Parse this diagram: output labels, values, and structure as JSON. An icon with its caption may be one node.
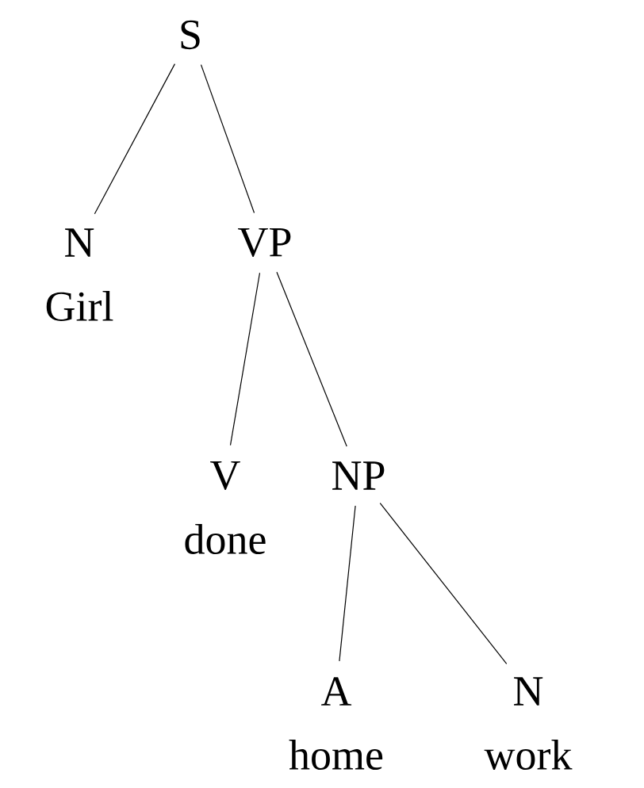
{
  "diagram": {
    "nodes": [
      {
        "text": [
          "S"
        ]
      },
      {
        "text": [
          "N"
        ],
        "beside": [
          "Girl"
        ]
      },
      {
        "text": [
          "VP"
        ]
      },
      {
        "text": [
          "V"
        ],
        "beside": [
          "done"
        ]
      },
      {
        "text": [
          "NP"
        ]
      },
      {
        "text": [
          "A"
        ],
        "beside": [
          "home"
        ]
      },
      {
        "text": [
          "N"
        ],
        "beside": [
          "work"
        ]
      }
    ],
    "edges": [
      {
        "from": 0,
        "to": 1,
        "arrow": "none"
      },
      {
        "from": 0,
        "to": 2,
        "arrow": "none"
      },
      {
        "from": 2,
        "to": 3,
        "arrow": "none"
      },
      {
        "from": 2,
        "to": 4,
        "arrow": "none"
      },
      {
        "from": 4,
        "to": 5,
        "arrow": "none"
      },
      {
        "from": 4,
        "to": 6,
        "arrow": "none"
      }
    ]
  }
}
